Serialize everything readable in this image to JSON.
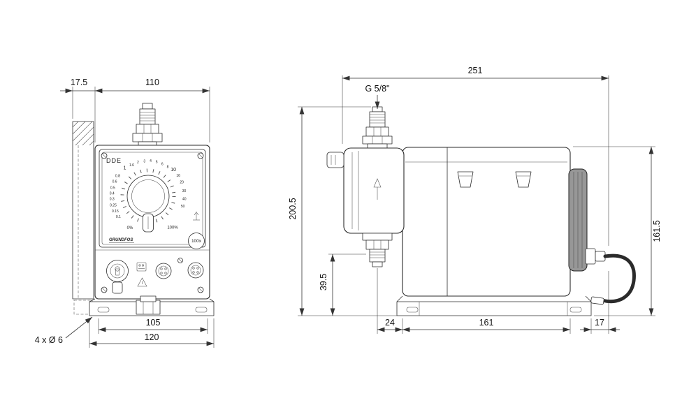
{
  "colors": {
    "line": "#2b2b2b",
    "background": "#ffffff",
    "dim_text": "#111111"
  },
  "front_view": {
    "model_label": "DDE",
    "brand": "GRUNDFOS",
    "dial": {
      "top_labels": [
        "1",
        "1.6",
        "2",
        "3",
        "4",
        "5",
        "6",
        "8",
        "10"
      ],
      "left_labels": [
        "0.8",
        "0.6",
        "0.5",
        "0.4",
        "0.3",
        "0.25",
        "0.15",
        "0.1"
      ],
      "right_labels": [
        "16",
        "20",
        "30",
        "40",
        "50"
      ],
      "min_label": "0%",
      "max_label": "100%"
    },
    "button_100x": "100x"
  },
  "dimensions": {
    "wall_offset": "17.5",
    "front_width": "110",
    "side_length": "251",
    "thread": "G 5/8\"",
    "total_height": "200.5",
    "body_height": "161.5",
    "outlet_height": "39.5",
    "head_offset": "24",
    "body_length": "161",
    "cable_offset": "17",
    "hole_spacing": "105",
    "base_width": "120",
    "mount_holes": "4 x Ø 6"
  }
}
